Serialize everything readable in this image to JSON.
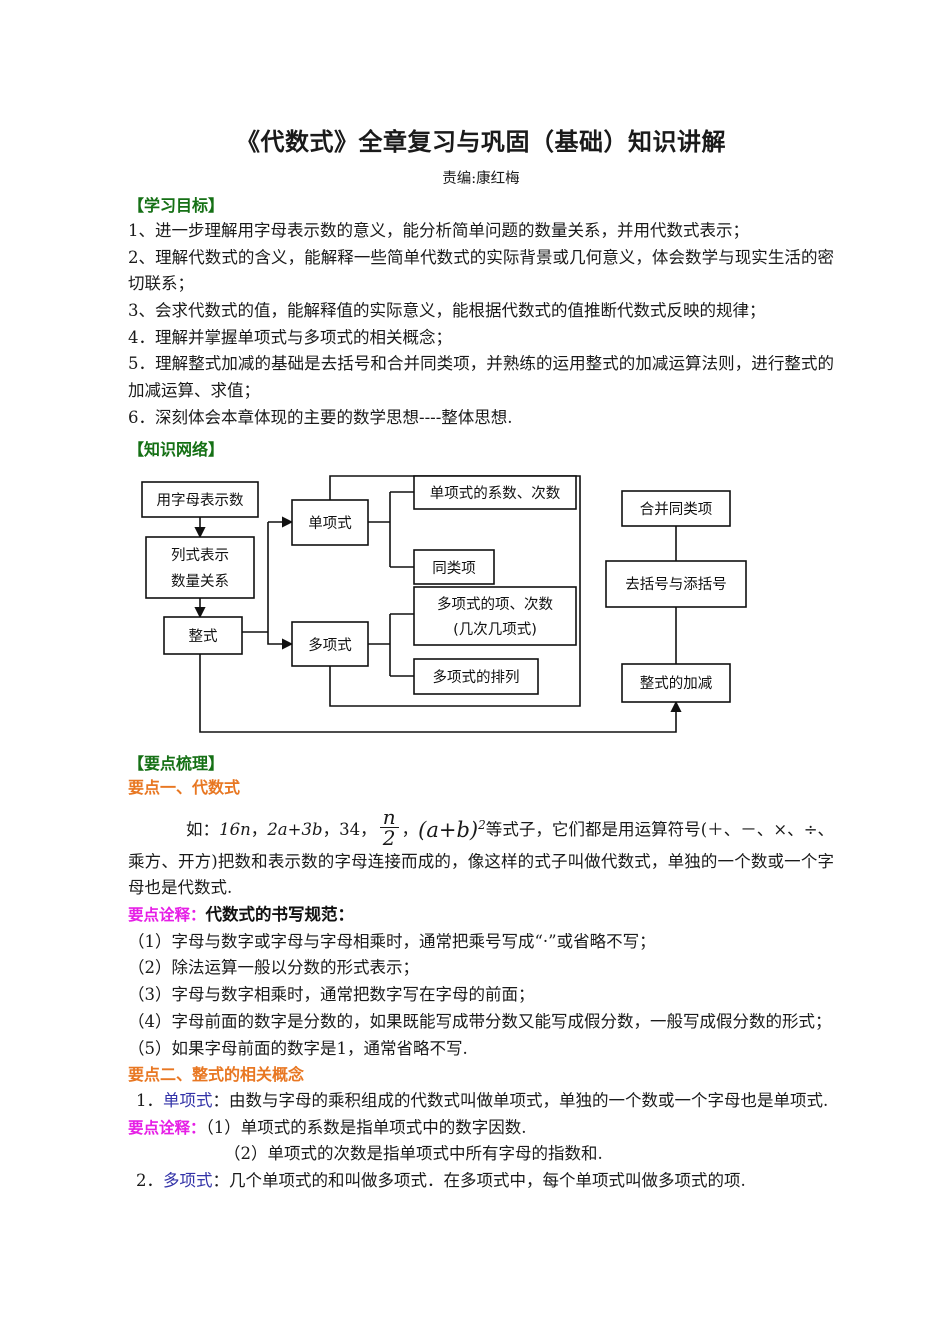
{
  "document": {
    "title": "《代数式》全章复习与巩固（基础）知识讲解",
    "byline": "责编:康红梅"
  },
  "sections": {
    "objectives": {
      "heading": "【学习目标】",
      "items": [
        "1、进一步理解用字母表示数的意义，能分析简单问题的数量关系，并用代数式表示；",
        "2、理解代数式的含义，能解释一些简单代数式的实际背景或几何意义，体会数学与现实生活的密切联系；",
        "3、会求代数式的值，能解释值的实际意义，能根据代数式的值推断代数式反映的规律；",
        "4．理解并掌握单项式与多项式的相关概念；",
        "5．理解整式加减的基础是去括号和合并同类项，并熟练的运用整式的加减运算法则，进行整式的加减运算、求值；",
        "6．深刻体会本章体现的主要的数学思想----整体思想."
      ]
    },
    "network": {
      "heading": "【知识网络】"
    },
    "review": {
      "heading": "【要点梳理】"
    },
    "point_one": {
      "heading": "要点一、代数式",
      "formula_lead": "如：",
      "formula_items": [
        "16n",
        "2a+3b",
        "34"
      ],
      "fraction": {
        "numerator": "n",
        "denominator": "2"
      },
      "power_expr": "(a+b)",
      "power_exponent": "2",
      "formula_tail": "等式子，它们都是用运算符号(＋、－、×、÷、乘方、开方)把数和表示数的字母连接而成的，像这样的式子叫做代数式，单独的一个数或一个字母也是代数式.",
      "annotation_label": "要点诠释：",
      "annotation_title": "代数式的书写规范：",
      "rules": [
        "（1）字母与数字或字母与字母相乘时，通常把乘号写成“·”或省略不写；",
        "（2）除法运算一般以分数的形式表示；",
        "（3）字母与数字相乘时，通常把数字写在字母的前面；",
        "（4）字母前面的数字是分数的，如果既能写成带分数又能写成假分数，一般写成假分数的形式；",
        "（5）如果字母前面的数字是1，通常省略不写."
      ]
    },
    "point_two": {
      "heading": "要点二、整式的相关概念",
      "item1_number": "1．",
      "item1_term": "单项式",
      "item1_text": "：由数与字母的乘积组成的代数式叫做单项式，单独的一个数或一个字母也是单项式.",
      "annotation_label": "要点诠释：",
      "annotation_lines": [
        "（1）单项式的系数是指单项式中的数字因数.",
        "（2）单项式的次数是指单项式中所有字母的指数和."
      ],
      "item2_number": "2．",
      "item2_term": "多项式",
      "item2_text": "：几个单项式的和叫做多项式．在多项式中，每个单项式叫做多项式的项."
    }
  },
  "chart_data": {
    "type": "diagram",
    "title": "知识网络",
    "nodes": [
      {
        "id": "n1",
        "label": "用字母表示数"
      },
      {
        "id": "n2",
        "label": "列式表示\n数量关系",
        "lines": [
          "列式表示",
          "数量关系"
        ]
      },
      {
        "id": "n3",
        "label": "整式"
      },
      {
        "id": "n4",
        "label": "单项式"
      },
      {
        "id": "n5",
        "label": "多项式"
      },
      {
        "id": "n6",
        "label": "单项式的系数、次数"
      },
      {
        "id": "n7",
        "label": "同类项"
      },
      {
        "id": "n8",
        "label": "多项式的项、次数\n(几次几项式)",
        "lines": [
          "多项式的项、次数",
          "(几次几项式)"
        ]
      },
      {
        "id": "n9",
        "label": "多项式的排列"
      },
      {
        "id": "n10",
        "label": "合并同类项"
      },
      {
        "id": "n11",
        "label": "去括号与添括号"
      },
      {
        "id": "n12",
        "label": "整式的加减"
      }
    ],
    "edges": [
      {
        "from": "n1",
        "to": "n2",
        "arrow": true
      },
      {
        "from": "n2",
        "to": "n3",
        "arrow": true
      },
      {
        "from": "n3",
        "to": "n4",
        "arrow": true
      },
      {
        "from": "n3",
        "to": "n5",
        "arrow": true
      },
      {
        "from": "n4",
        "to": "n6",
        "arrow": false
      },
      {
        "from": "n4",
        "to": "n7",
        "arrow": false
      },
      {
        "from": "n5",
        "to": "n8",
        "arrow": false
      },
      {
        "from": "n5",
        "to": "n9",
        "arrow": false
      },
      {
        "from": "n10",
        "to": "n11",
        "arrow": false
      },
      {
        "from": "n11",
        "to": "n12",
        "arrow": false
      },
      {
        "from": "n3",
        "to": "n12",
        "arrow": true
      },
      {
        "from": "n4",
        "to": "n10",
        "arrow": false
      },
      {
        "from": "n5",
        "to": "n12",
        "arrow": false
      }
    ]
  },
  "diagram_labels": {
    "n1": "用字母表示数",
    "n2a": "列式表示",
    "n2b": "数量关系",
    "n3": "整式",
    "n4": "单项式",
    "n5": "多项式",
    "n6": "单项式的系数、次数",
    "n7": "同类项",
    "n8a": "多项式的项、次数",
    "n8b": "(几次几项式)",
    "n9": "多项式的排列",
    "n10": "合并同类项",
    "n11": "去括号与添括号",
    "n12": "整式的加减"
  },
  "colors": {
    "green": "#157015",
    "orange": "#e87722",
    "magenta": "#e61ee6",
    "blue": "#3333a8",
    "text": "#1a1a1a"
  }
}
